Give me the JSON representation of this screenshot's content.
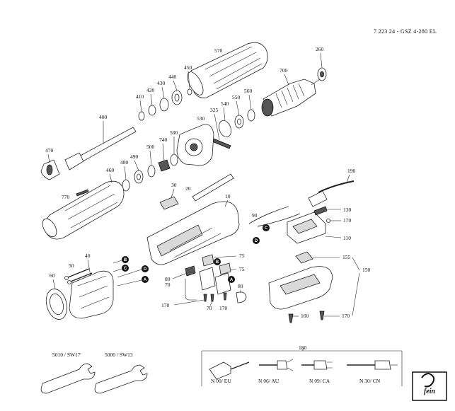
{
  "title": "7 223 24 - GSZ 4-280 EL",
  "labels": {
    "p570": "570",
    "p260": "260",
    "p450": "450",
    "p700": "700",
    "p440": "440",
    "p430": "430",
    "p420": "420",
    "p410": "410",
    "p560": "560",
    "p550": "550",
    "p540": "540",
    "p325": "325",
    "p530": "530",
    "p400": "400",
    "p500a": "500",
    "p740": "740",
    "p500b": "500",
    "p490": "490",
    "p480": "480",
    "p470": "470",
    "p460": "460",
    "p770": "770",
    "p190": "190",
    "p30": "30",
    "p20": "20",
    "p10": "10",
    "p90": "90",
    "p130": "130",
    "p170a": "170",
    "p110": "110",
    "p75a": "75",
    "p75b": "75",
    "p80a": "80",
    "p70a": "70",
    "p155": "155",
    "p150": "150",
    "p40": "40",
    "p50": "50",
    "p60": "60",
    "p170b": "170",
    "p70b": "70",
    "p170c": "170",
    "p80b": "80",
    "p160": "160",
    "p170d": "170",
    "p180": "180",
    "p5010": "5010 / SW17",
    "p5000": "5000 / SW13"
  },
  "markers": {
    "b": "B",
    "c": "C",
    "d": "D",
    "a": "A"
  },
  "plugs": [
    "N 00/ EU",
    "N 06/ AU",
    "N 09/ CA",
    "N 30/ CN"
  ],
  "logo_text": "fein"
}
